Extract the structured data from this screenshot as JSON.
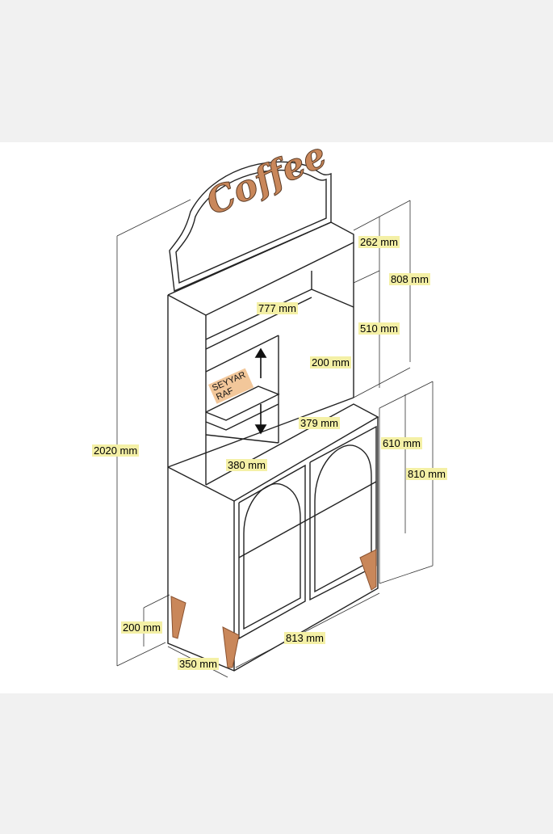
{
  "sign": {
    "text": "Coffee"
  },
  "shelf_label": {
    "line1": "SEYYAR",
    "line2": "RAF"
  },
  "dimensions": {
    "top_height": "262 mm",
    "upper_height": "808 mm",
    "width_top": "777 mm",
    "mid_height": "510 mm",
    "inner_width": "200 mm",
    "shelf_depth": "379 mm",
    "depth_380": "380 mm",
    "total_height": "2020 mm",
    "door_height": "610 mm",
    "base_height": "810 mm",
    "leg_height": "200 mm",
    "total_width": "813 mm",
    "depth": "350 mm"
  },
  "colors": {
    "wood": "#c9875a",
    "wood_dark": "#8a5230",
    "highlight": "#f4f0a6",
    "shelf_label_bg": "#f2c79a"
  }
}
